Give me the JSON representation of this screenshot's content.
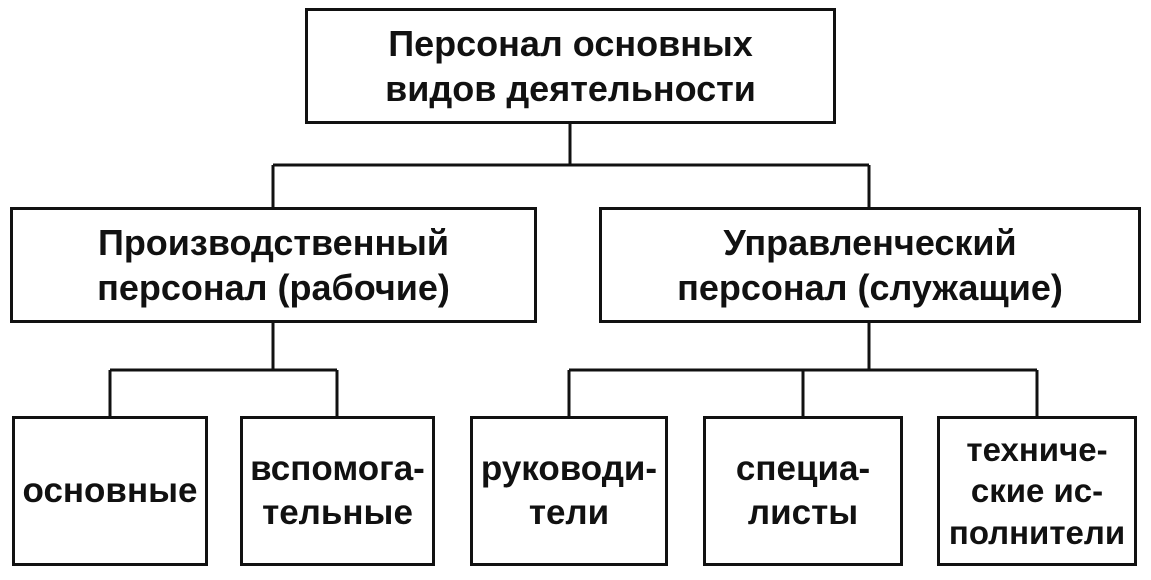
{
  "diagram": {
    "root": {
      "lines": [
        "Персонал основных",
        "видов деятельности"
      ]
    },
    "production": {
      "lines": [
        "Производственный",
        "персонал (рабочие)"
      ]
    },
    "management": {
      "lines": [
        "Управленческий",
        "персонал (служащие)"
      ]
    },
    "production_children": [
      {
        "lines": [
          "основные"
        ]
      },
      {
        "lines": [
          "вспомога-",
          "тельные"
        ]
      }
    ],
    "management_children": [
      {
        "lines": [
          "руководи-",
          "тели"
        ]
      },
      {
        "lines": [
          "специа-",
          "листы"
        ]
      },
      {
        "lines": [
          "техниче-",
          "ские ис-",
          "полнители"
        ]
      }
    ],
    "colors": {
      "line": "#111111",
      "box_border": "#111111",
      "background": "#ffffff"
    }
  }
}
